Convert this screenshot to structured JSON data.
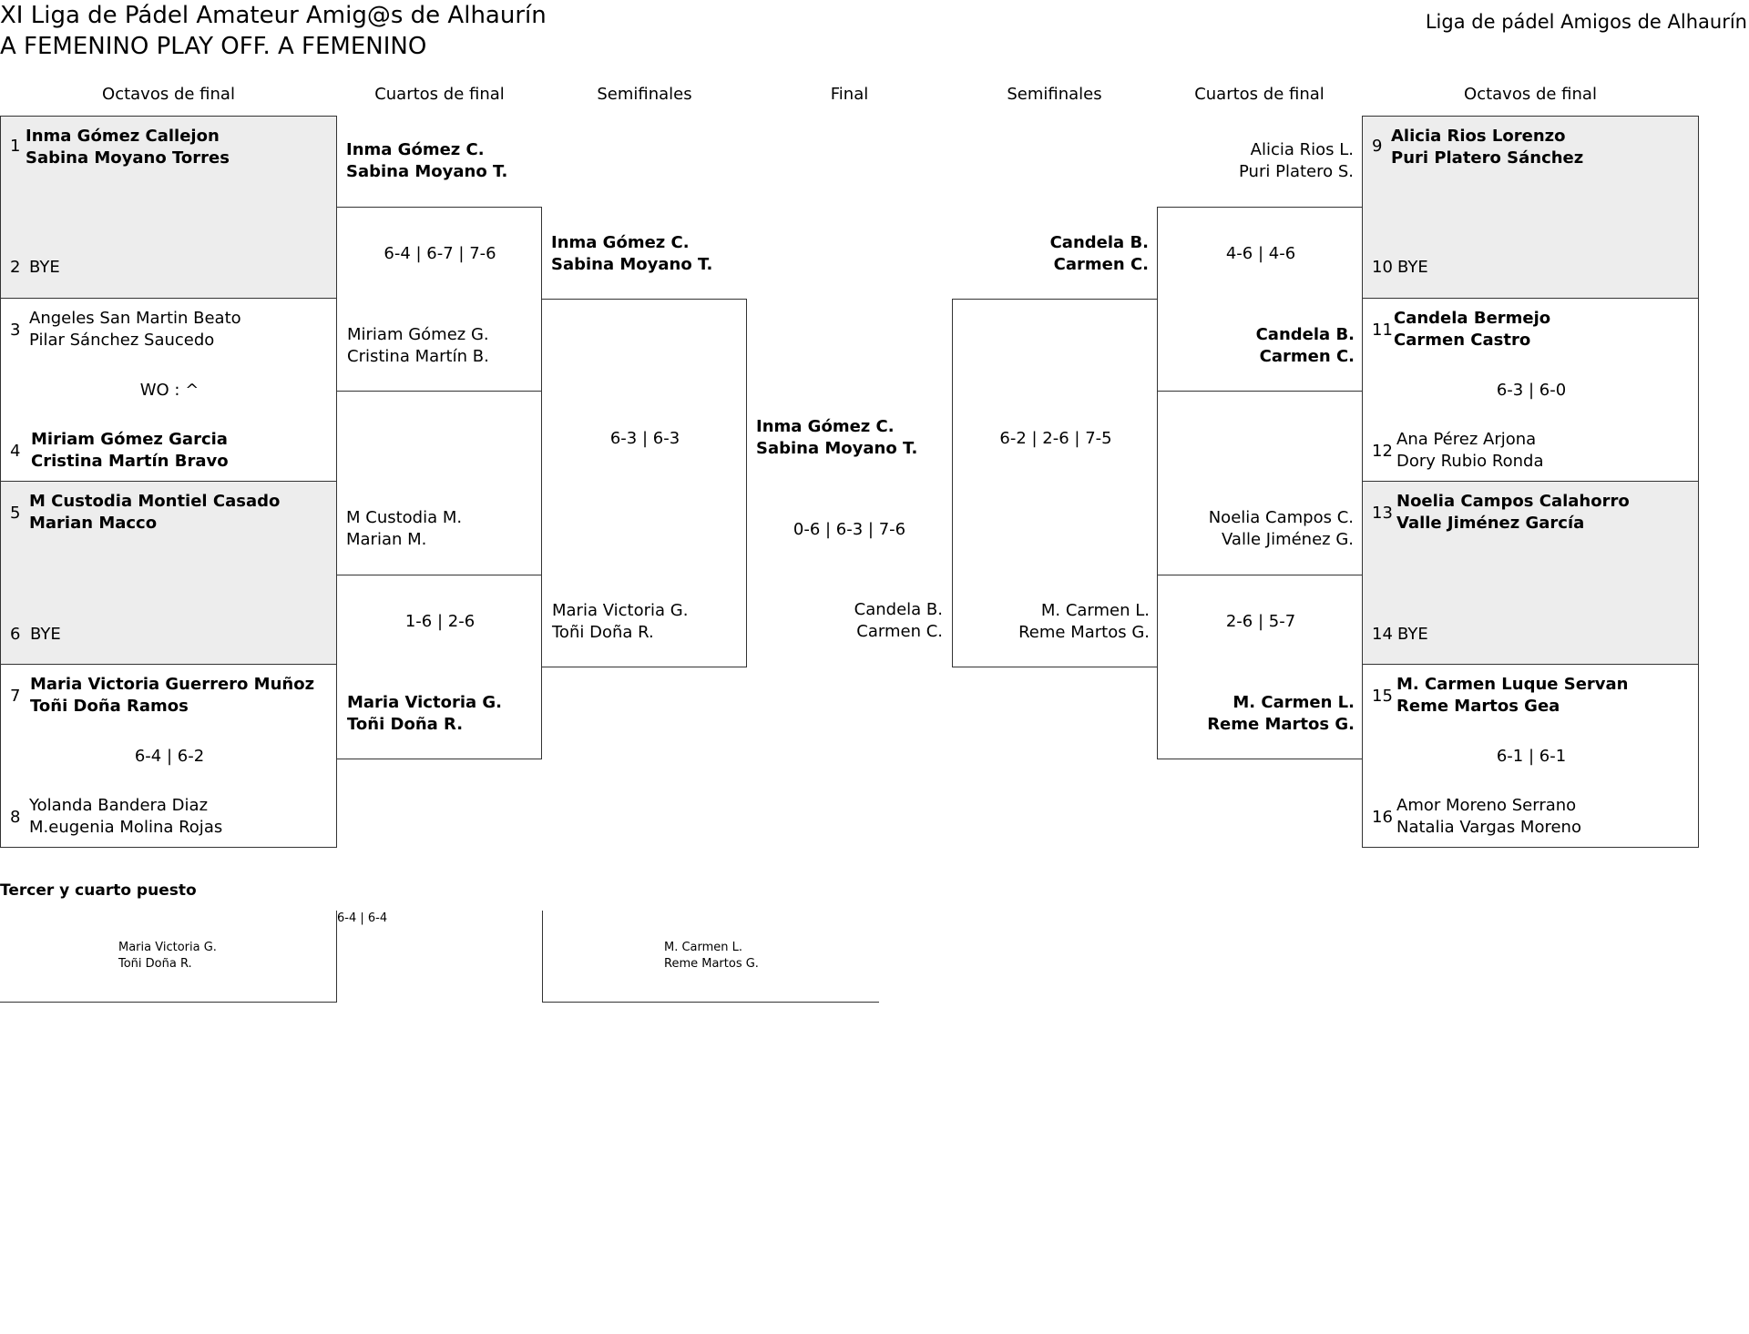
{
  "header": {
    "title": "XI Liga de Pádel Amateur Amig@s de Alhaurín",
    "subtitle": "A FEMENINO PLAY OFF. A FEMENINO",
    "organizer": "Liga de pádel Amigos de Alhaurín"
  },
  "rounds": {
    "left": [
      "Octavos de final",
      "Cuartos de final",
      "Semifinales"
    ],
    "final": "Final",
    "right": [
      "Semifinales",
      "Cuartos de final",
      "Octavos de final"
    ]
  },
  "round_of_16": {
    "left": [
      {
        "seed_a": "1",
        "team_a": [
          "Inma Gómez Callejon",
          "Sabina Moyano Torres"
        ],
        "seed_b": "2",
        "team_b": [
          "BYE"
        ],
        "score": ""
      },
      {
        "seed_a": "3",
        "team_a": [
          "Angeles San Martin Beato",
          "Pilar Sánchez Saucedo"
        ],
        "seed_b": "4",
        "team_b": [
          "Miriam Gómez Garcia",
          "Cristina Martín Bravo"
        ],
        "score": "WO : ^"
      },
      {
        "seed_a": "5",
        "team_a": [
          "M Custodia Montiel Casado",
          "Marian Macco"
        ],
        "seed_b": "6",
        "team_b": [
          "BYE"
        ],
        "score": ""
      },
      {
        "seed_a": "7",
        "team_a": [
          "Maria Victoria Guerrero Muñoz",
          "Toñi Doña Ramos"
        ],
        "seed_b": "8",
        "team_b": [
          "Yolanda Bandera Diaz",
          "M.eugenia Molina Rojas"
        ],
        "score": "6-4 | 6-2"
      }
    ],
    "right": [
      {
        "seed_a": "9",
        "team_a": [
          "Alicia Rios Lorenzo",
          "Puri Platero Sánchez"
        ],
        "seed_b": "10",
        "team_b": [
          "BYE"
        ],
        "score": ""
      },
      {
        "seed_a": "11",
        "team_a": [
          "Candela Bermejo",
          "Carmen Castro"
        ],
        "seed_b": "12",
        "team_b": [
          "Ana Pérez Arjona",
          "Dory Rubio Ronda"
        ],
        "score": "6-3 | 6-0"
      },
      {
        "seed_a": "13",
        "team_a": [
          "Noelia Campos Calahorro",
          "Valle Jiménez García"
        ],
        "seed_b": "14",
        "team_b": [
          "BYE"
        ],
        "score": ""
      },
      {
        "seed_a": "15",
        "team_a": [
          "M. Carmen Luque Servan",
          "Reme Martos Gea"
        ],
        "seed_b": "16",
        "team_b": [
          "Amor Moreno Serrano",
          "Natalia Vargas Moreno"
        ],
        "score": "6-1 | 6-1"
      }
    ]
  },
  "quarterfinals": {
    "left": [
      {
        "team_a": [
          "Inma Gómez C.",
          "Sabina Moyano T."
        ],
        "team_b": [
          "Miriam Gómez G.",
          "Cristina Martín B."
        ],
        "score": "6-4 | 6-7 | 7-6"
      },
      {
        "team_a": [
          "M Custodia M.",
          "Marian M."
        ],
        "team_b": [
          "Maria Victoria G.",
          "Toñi Doña R."
        ],
        "score": "1-6 | 2-6"
      }
    ],
    "right": [
      {
        "team_a": [
          "Alicia Rios L.",
          "Puri Platero S."
        ],
        "team_b": [
          "Candela B.",
          "Carmen C."
        ],
        "score": "4-6 | 4-6"
      },
      {
        "team_a": [
          "Noelia Campos C.",
          "Valle Jiménez G."
        ],
        "team_b": [
          "M. Carmen L.",
          "Reme Martos G."
        ],
        "score": "2-6 | 5-7"
      }
    ]
  },
  "semifinals": {
    "left": {
      "team_a": [
        "Inma Gómez C.",
        "Sabina Moyano T."
      ],
      "team_b": [
        "Maria Victoria G.",
        "Toñi Doña R."
      ],
      "score": "6-3 | 6-3"
    },
    "right": {
      "team_a": [
        "Candela B.",
        "Carmen C."
      ],
      "team_b": [
        "M. Carmen L.",
        "Reme Martos G."
      ],
      "score": "6-2 | 2-6 | 7-5"
    }
  },
  "final": {
    "winner": [
      "Inma Gómez C.",
      "Sabina Moyano T."
    ],
    "runner_up": [
      "Candela B.",
      "Carmen C."
    ],
    "score": "0-6 | 6-3 | 7-6"
  },
  "third_place": {
    "label": "Tercer y cuarto puesto",
    "score": "6-4 | 6-4",
    "team_a": [
      "Maria Victoria G.",
      "Toñi Doña R."
    ],
    "team_b": [
      "M. Carmen L.",
      "Reme Martos G."
    ]
  }
}
